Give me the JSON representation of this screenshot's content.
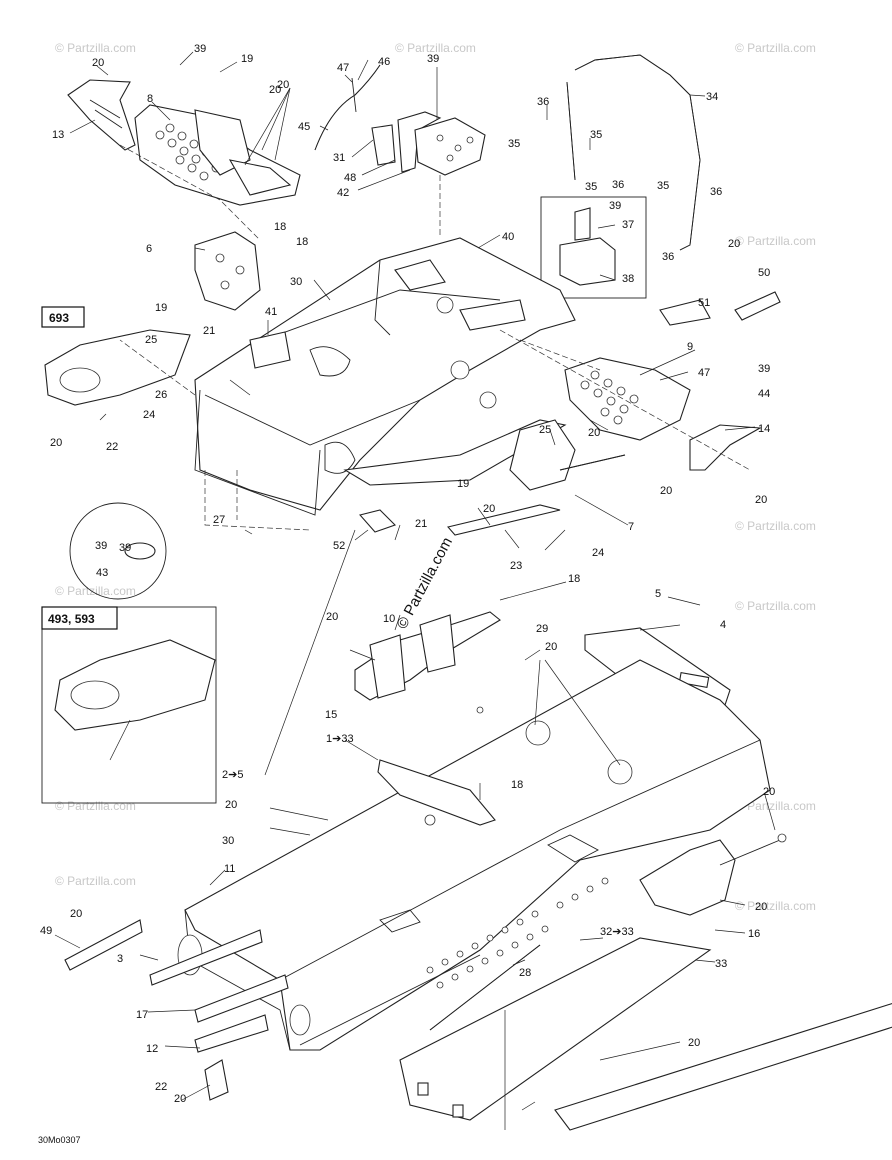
{
  "diagram": {
    "figure_code": "30Mo0307",
    "watermark_main": "© Partzilla.com",
    "watermark_tile": "© Partzilla.com",
    "variant_box_1": "693",
    "variant_box_2": "493, 593",
    "callouts": [
      "20",
      "39",
      "19",
      "13",
      "8",
      "20",
      "20",
      "46",
      "47",
      "45",
      "31",
      "48",
      "42",
      "39",
      "34",
      "36",
      "35",
      "35",
      "36",
      "35",
      "36",
      "35",
      "36",
      "20",
      "18",
      "6",
      "18",
      "40",
      "37",
      "39",
      "38",
      "30",
      "50",
      "51",
      "41",
      "19",
      "21",
      "693",
      "25",
      "26",
      "24",
      "20",
      "22",
      "39",
      "9",
      "47",
      "39",
      "44",
      "25",
      "20",
      "14",
      "20",
      "19",
      "20",
      "20",
      "27",
      "21",
      "52",
      "7",
      "24",
      "23",
      "39",
      "43",
      "18",
      "10",
      "5",
      "4",
      "20",
      "29",
      "20",
      "15",
      "1➔33",
      "2➔5",
      "20",
      "18",
      "20",
      "30",
      "11",
      "20",
      "16",
      "20",
      "49",
      "3",
      "32➔33",
      "28",
      "33",
      "17",
      "20",
      "12",
      "20",
      "22"
    ]
  }
}
